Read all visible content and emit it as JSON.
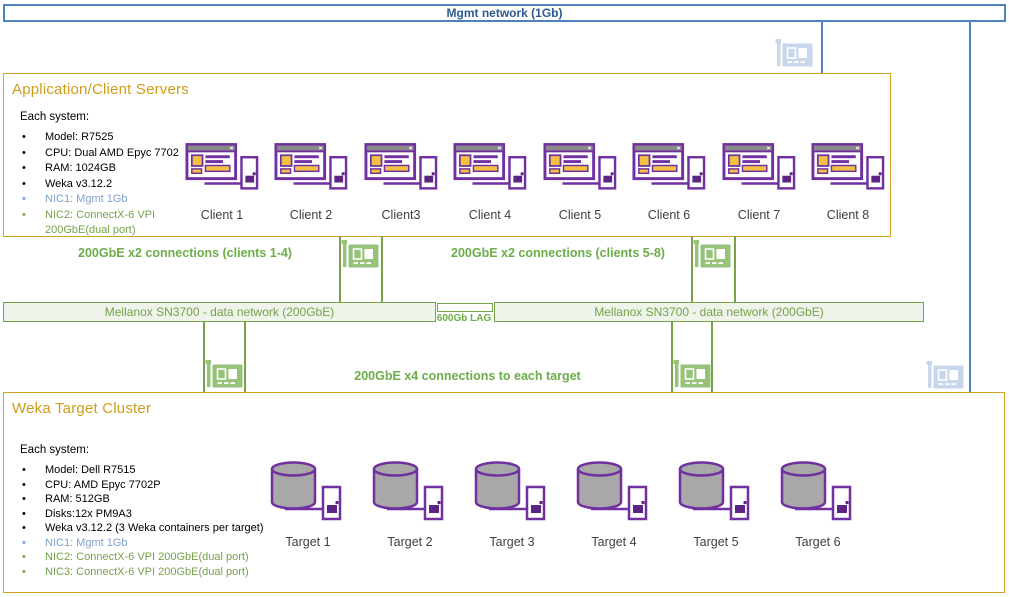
{
  "colors": {
    "gold_border": "#d6a420",
    "gold_title": "#cf9d1a",
    "green_border": "#76a24a",
    "green_label": "#6cad49",
    "blue_border": "#4f81bd",
    "mgmt_text": "#2e5a8f",
    "purple_icon": "#7030a0",
    "node_label_gray": "#3f3f3f"
  },
  "icons": {
    "client": "client-computer-icon",
    "target": "storage-target-icon",
    "nic": "network-card-icon"
  },
  "mgmt_network": {
    "label": "Mgmt network (1Gb)"
  },
  "app_box": {
    "title": "Application/Client Servers",
    "specs_heading": "Each system:",
    "specs": [
      {
        "text": "Model: R7525",
        "style": "default"
      },
      {
        "text": "CPU: Dual AMD Epyc 7702",
        "style": "default"
      },
      {
        "text": "RAM: 1024GB",
        "style": "default"
      },
      {
        "text": "Weka v3.12.2",
        "style": "default"
      },
      {
        "text": "NIC1: Mgmt 1Gb",
        "style": "mgmt"
      },
      {
        "text": "NIC2: ConnectX-6 VPI 200GbE(dual port)",
        "style": "data"
      }
    ],
    "clients": [
      "Client 1",
      "Client 2",
      "Client3",
      "Client 4",
      "Client 5",
      "Client 6",
      "Client 7",
      "Client 8"
    ]
  },
  "connections": {
    "clients_1_4_label": "200GbE x2 connections (clients 1-4)",
    "clients_5_8_label": "200GbE x2 connections (clients 5-8)",
    "lag_label": "600Gb LAG",
    "targets_label": "200GbE x4 connections to each target"
  },
  "switches": {
    "left_label": "Mellanox SN3700 - data network (200GbE)",
    "right_label": "Mellanox SN3700 - data network (200GbE)"
  },
  "target_box": {
    "title": "Weka Target Cluster",
    "specs_heading": "Each system:",
    "specs": [
      {
        "text": "Model: Dell R7515",
        "style": "default"
      },
      {
        "text": "CPU: AMD Epyc 7702P",
        "style": "default"
      },
      {
        "text": "RAM: 512GB",
        "style": "default"
      },
      {
        "text": "Disks:12x PM9A3",
        "style": "default"
      },
      {
        "text": "Weka v3.12.2 (3 Weka containers per target)",
        "style": "default"
      },
      {
        "text": "NIC1: Mgmt 1Gb",
        "style": "mgmt"
      },
      {
        "text": "NIC2: ConnectX-6 VPI 200GbE(dual port)",
        "style": "data"
      },
      {
        "text": "NIC3: ConnectX-6 VPI 200GbE(dual port)",
        "style": "data"
      }
    ],
    "targets": [
      "Target 1",
      "Target 2",
      "Target 3",
      "Target 4",
      "Target 5",
      "Target 6"
    ]
  }
}
